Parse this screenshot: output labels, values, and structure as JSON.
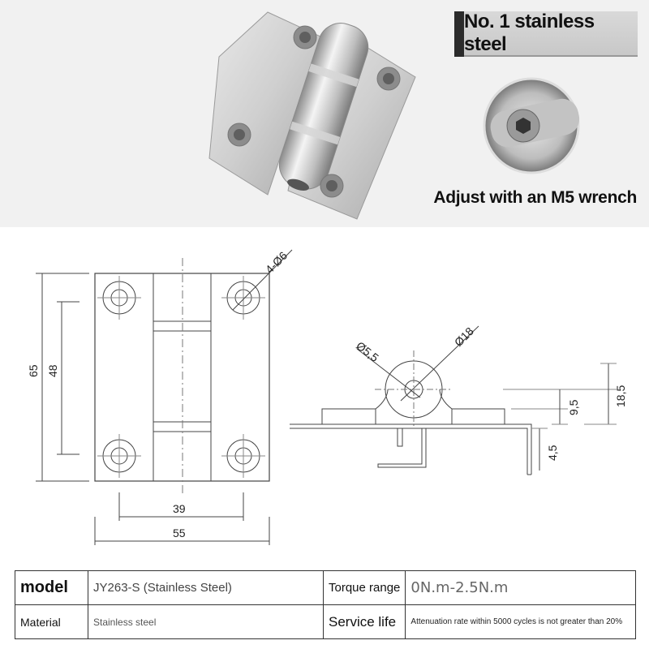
{
  "header": {
    "badge": "No. 1 stainless steel",
    "caption": "Adjust with an M5 wrench"
  },
  "drawing": {
    "front_view": {
      "height_outer": "65",
      "height_inner": "48",
      "width_inner": "39",
      "width_outer": "55",
      "holes": "4-Ø6"
    },
    "side_view": {
      "bore": "Ø5,5",
      "outer": "Ø18",
      "dim_a": "9,5",
      "dim_b": "18,5",
      "dim_c": "4,5"
    }
  },
  "specs": {
    "model_label": "model",
    "model_value": "JY263-S (Stainless Steel)",
    "torque_label": "Torque range",
    "torque_value": "0N.m-2.5N.m",
    "material_label": "Material",
    "material_value": "Stainless steel",
    "life_label": "Service life",
    "life_value": "Attenuation rate within 5000 cycles is not greater than 20%"
  },
  "colors": {
    "photo_bg": "#f1f1f1",
    "badge_bg": "#d0d0d0",
    "steel": "#c9c9c9",
    "line": "#444444"
  }
}
